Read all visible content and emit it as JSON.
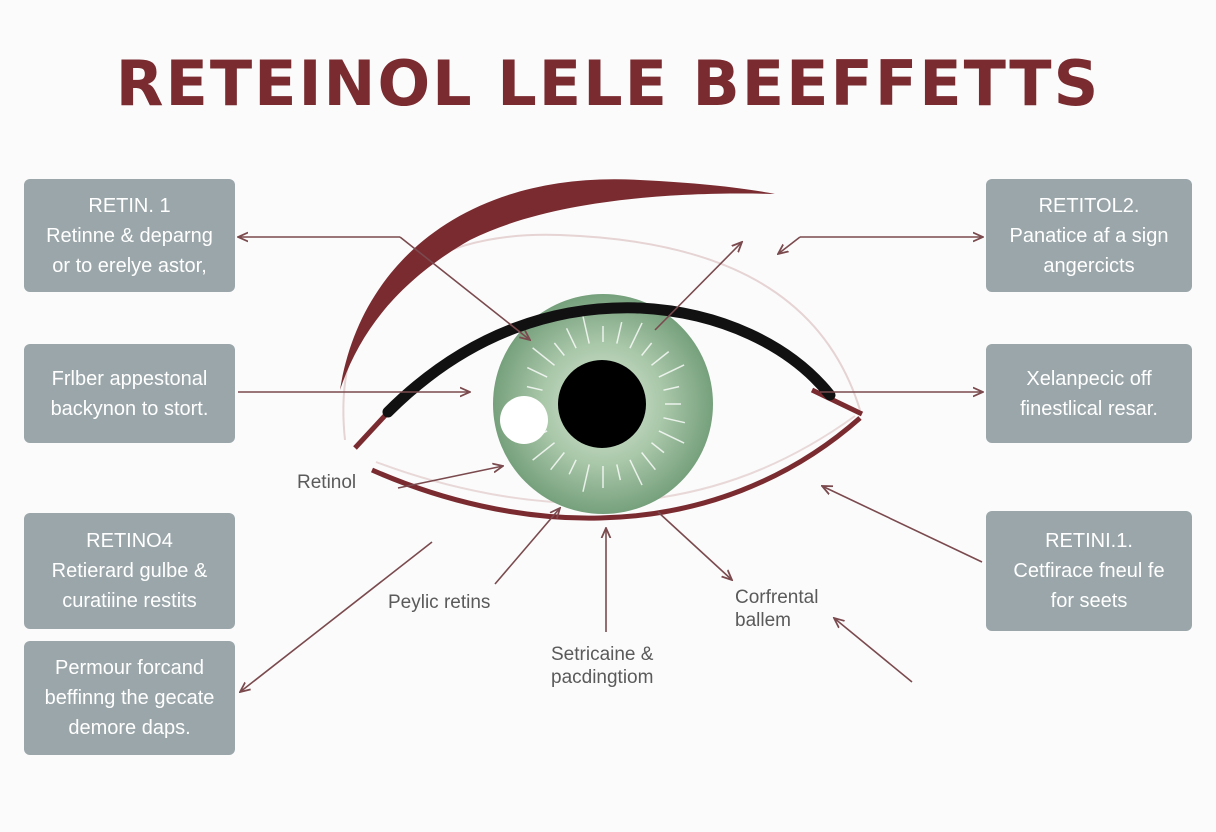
{
  "title": "RETEINOL LELE BEEFFETTS",
  "boxes": {
    "left_1": {
      "heading": "RETIN. 1",
      "line1": "Retinne & deparng",
      "line2": "or to erelye astor,"
    },
    "left_2": {
      "line1": "Frlber appestonal",
      "line2": "backynon to stort."
    },
    "left_3": {
      "heading": "RETINO4",
      "line1": "Retierard gulbe &",
      "line2": "curatiine restits"
    },
    "left_4": {
      "line1": "Permour forcand",
      "line2": "beffinng the gecate",
      "line3": "demore daps."
    },
    "right_1": {
      "heading": "RETITOL2.",
      "line1": "Panatice af a sign",
      "line2": "angercicts"
    },
    "right_2": {
      "line1": "Xelanpecic off",
      "line2": "finestlical resar."
    },
    "right_3": {
      "heading": "RETINI.1.",
      "line1": "Cetfirace fneul fe",
      "line2": "for seets"
    }
  },
  "labels": {
    "retinol": "Retinol",
    "peylic": "Peylic retins",
    "setricaine_1": "Setricaine &",
    "setricaine_2": "pacdingtiom",
    "corfrental_1": "Corfrental",
    "corfrental_2": "ballem"
  },
  "colors": {
    "title": "#7a2b30",
    "box_bg": "#9aa6aa",
    "lid_maroon": "#7a2b30",
    "iris_green": "#7fa585",
    "pupil": "#000000",
    "arrow": "#7a4a4e"
  }
}
